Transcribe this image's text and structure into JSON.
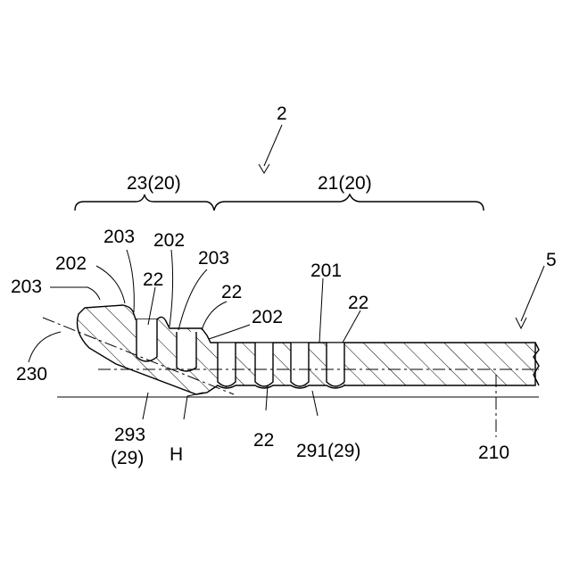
{
  "labels": {
    "assembly": "2",
    "part_5": "5",
    "section_23": "23(20)",
    "section_21": "21(20)",
    "l_203_a": "203",
    "l_202_a": "202",
    "l_203_b": "203",
    "l_202_b": "202",
    "l_203_c": "203",
    "l_22_a": "22",
    "l_22_b": "22",
    "l_201": "201",
    "l_22_c": "22",
    "l_202_c": "202",
    "l_230": "230",
    "l_293": "293",
    "l_29": "(29)",
    "l_H": "H",
    "l_22_d": "22",
    "l_291": "291(29)",
    "l_210": "210"
  },
  "colors": {
    "ink": "#000000",
    "background": "#ffffff"
  }
}
